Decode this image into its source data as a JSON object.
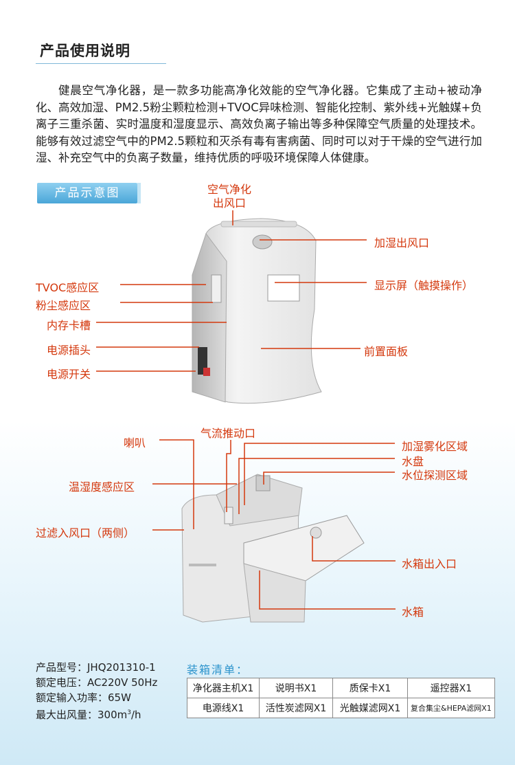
{
  "title": "产品使用说明",
  "intro": "健晨空气净化器，是一款多功能高净化效能的空气净化器。它集成了主动+被动净化、高效加湿、PM2.5粉尘颗粒检测+TVOC异味检测、智能化控制、紫外线+光触媒+负离子三重杀菌、实时温度和湿度显示、高效负离子输出等多种保障空气质量的处理技术。能够有效过滤空气中的PM2.5颗粒和灭杀有毒有害病菌、同时可以对于干燥的空气进行加湿、补充空气中的负离子数量，维持优质的呼吸环境保障人体健康。",
  "diagram_tag": "产品示意图",
  "diagram1": {
    "outlet_line1": "空气净化",
    "outlet_line2": "出风口",
    "humid_outlet": "加湿出风口",
    "display": "显示屏（触摸操作）",
    "tvoc": "TVOC感应区",
    "dust": "粉尘感应区",
    "card_slot": "内存卡槽",
    "power_plug": "电源插头",
    "front_panel": "前置面板",
    "power_switch": "电源开关"
  },
  "diagram2": {
    "speaker": "喇叭",
    "airflow": "气流推动口",
    "atomize": "加湿雾化区域",
    "tray": "水盘",
    "water_level": "水位探测区域",
    "temp_humid": "温湿度感应区",
    "filter_inlet": "过滤入风口（两侧）",
    "tank_outlet": "水箱出入口",
    "tank": "水箱"
  },
  "specs": {
    "model": "产品型号：JHQ201310-1",
    "voltage": "额定电压：AC220V 50Hz",
    "power": "额定输入功率：65W",
    "airflow_prefix": "最大出风量：300m",
    "airflow_sup": "3",
    "airflow_suffix": "/h"
  },
  "packing": {
    "title": "装箱清单：",
    "rows": [
      [
        "净化器主机X1",
        "说明书X1",
        "质保卡X1",
        "遥控器X1"
      ],
      [
        "电源线X1",
        "活性炭滤网X1",
        "光触媒滤网X1",
        "复合集尘&HEPA滤网X1"
      ]
    ]
  },
  "colors": {
    "label": "#d4380d",
    "accent": "#4aa6d8",
    "list_title": "#2b93cc"
  }
}
